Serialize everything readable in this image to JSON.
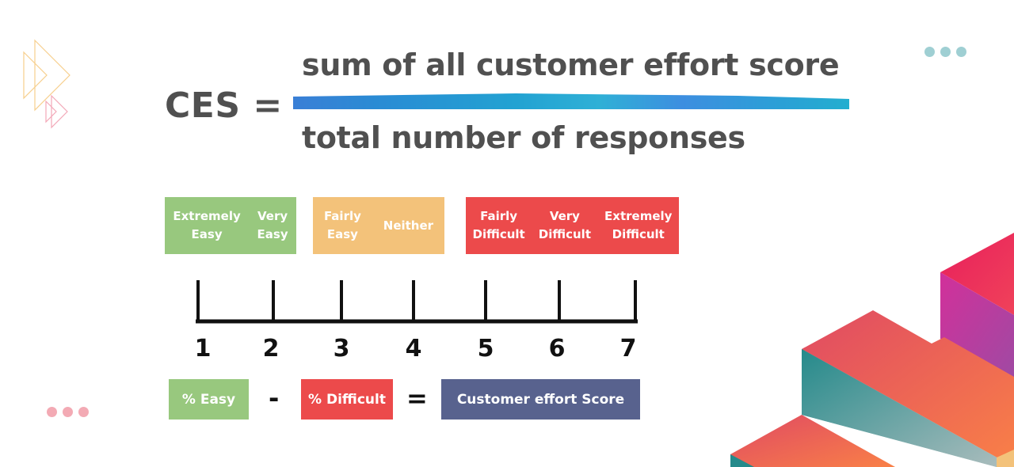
{
  "formula": {
    "lhs": "CES =",
    "numerator": "sum of all customer effort score",
    "denominator": "total number of responses",
    "bar_color": "#2a9ad4"
  },
  "categories": {
    "easy": {
      "color": "#98c87e",
      "items": [
        {
          "line1": "Extremely",
          "line2": "Easy"
        },
        {
          "line1": "Very",
          "line2": "Easy"
        }
      ]
    },
    "neutral": {
      "color": "#f3c27a",
      "items": [
        {
          "line1": "Fairly",
          "line2": "Easy"
        },
        {
          "line1": "Neither",
          "line2": ""
        }
      ]
    },
    "difficult": {
      "color": "#ec4a4b",
      "items": [
        {
          "line1": "Fairly",
          "line2": "Difficult"
        },
        {
          "line1": "Very",
          "line2": "Difficult"
        },
        {
          "line1": "Extremely",
          "line2": "Difficult"
        }
      ]
    }
  },
  "scale": {
    "ticks": [
      "1",
      "2",
      "3",
      "4",
      "5",
      "6",
      "7"
    ]
  },
  "calculation": {
    "easy_label": "% Easy",
    "minus": "-",
    "difficult_label": "% Difficult",
    "equals": "=",
    "result_label": "Customer effort Score",
    "colors": {
      "easy": "#98c87e",
      "difficult": "#ec4a4b",
      "result": "#58628e"
    }
  },
  "decorations": {
    "dots_top_right_color": "#9fcfd3",
    "dots_bottom_left_color": "#f3aab4"
  }
}
